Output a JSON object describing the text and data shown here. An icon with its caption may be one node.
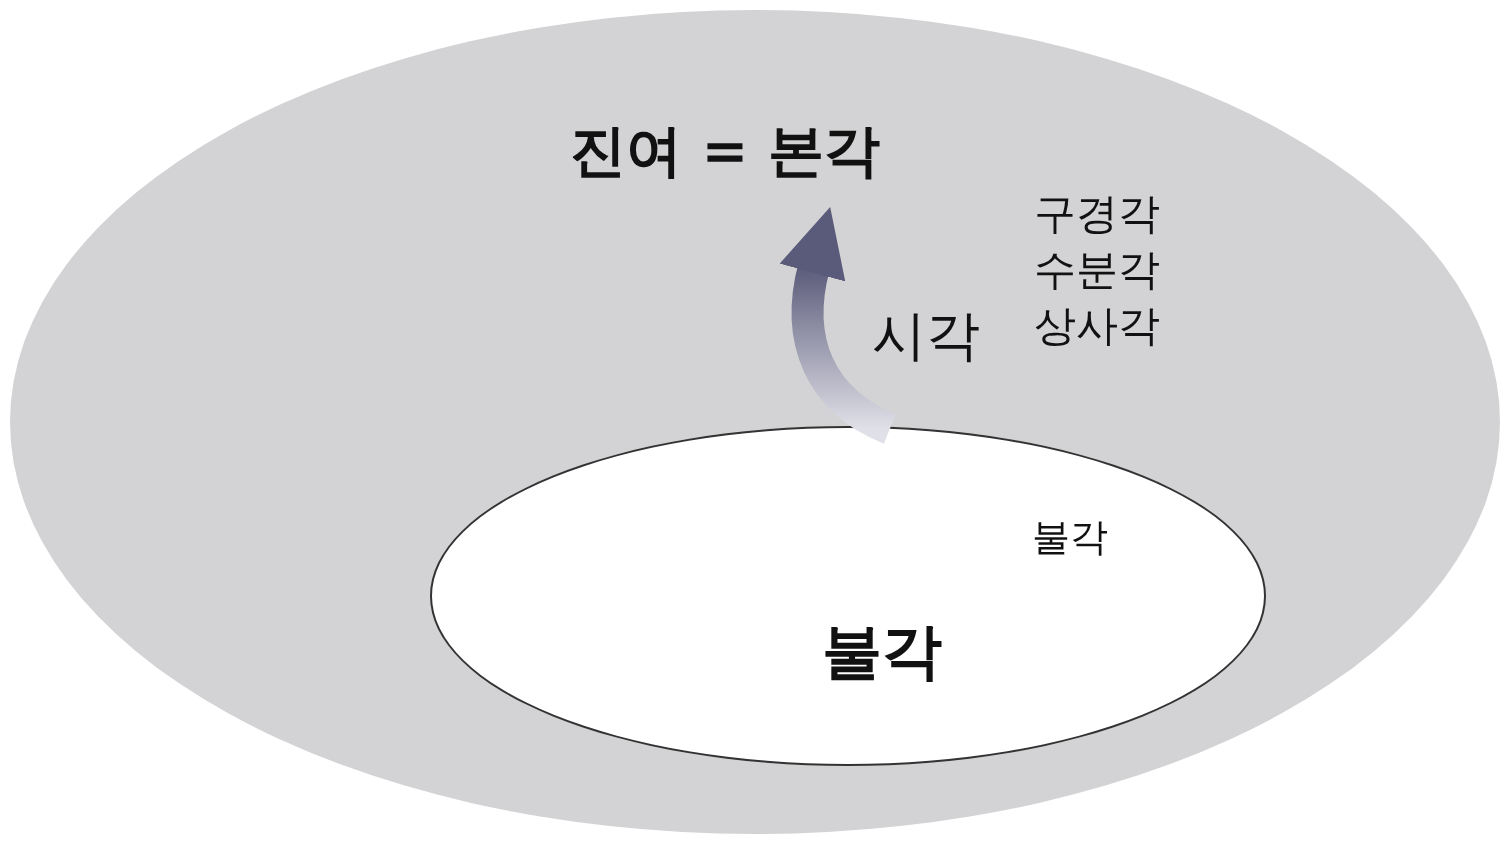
{
  "diagram": {
    "nodes": [
      {
        "text": [],
        "shape": "ellipse"
      },
      {
        "text": [
          "진여 = 본각"
        ],
        "in": 0
      },
      {
        "text": [
          "불각",
          "불각"
        ],
        "in": 0
      }
    ],
    "edges": [
      {
        "from": 2,
        "to": 1,
        "arrow": "to",
        "label": "시각",
        "style": "thick",
        "color": "#5a5a7a"
      }
    ],
    "labels": [
      "구경각",
      "수분각",
      "상사각"
    ]
  }
}
